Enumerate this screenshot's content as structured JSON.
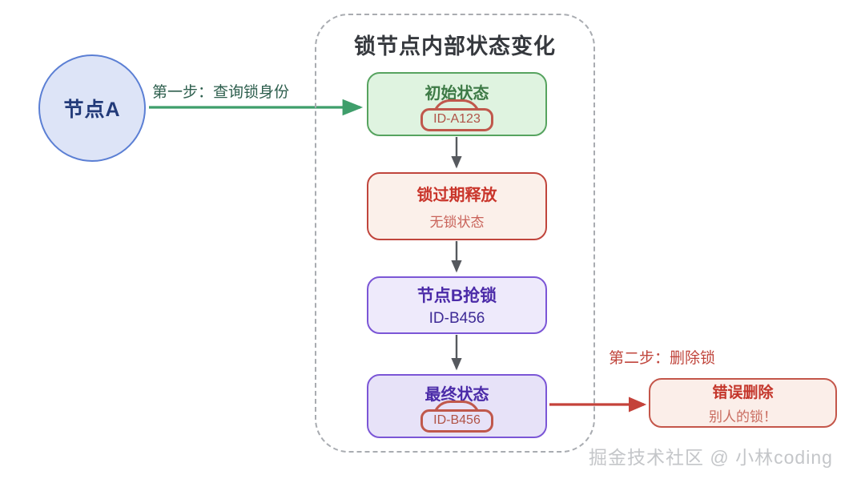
{
  "diagram": {
    "node_a": {
      "label": "节点A"
    },
    "container": {
      "title": "锁节点内部状态变化"
    },
    "steps": [
      {
        "id": "step-one",
        "label": "第一步：查询锁身份",
        "color": "#2e5f4e"
      },
      {
        "id": "step-two",
        "label": "第二步：删除锁",
        "color": "#c0453c"
      }
    ],
    "boxes": [
      {
        "id": "initial-state",
        "title": "初始状态",
        "sub": "",
        "lock_id": "ID-A123",
        "has_lock_icon": true,
        "fill": "#dff3e0",
        "stroke": "#56a35f"
      },
      {
        "id": "lock-expired",
        "title": "锁过期释放",
        "sub": "无锁状态",
        "lock_id": "",
        "has_lock_icon": false,
        "fill": "#fbf0ea",
        "stroke": "#c0453c"
      },
      {
        "id": "node-b-grab",
        "title": "节点B抢锁",
        "sub": "ID-B456",
        "lock_id": "",
        "has_lock_icon": false,
        "fill": "#eeeafb",
        "stroke": "#7b56d6"
      },
      {
        "id": "final-state",
        "title": "最终状态",
        "sub": "",
        "lock_id": "ID-B456",
        "has_lock_icon": true,
        "fill": "#e7e2f8",
        "stroke": "#7b56d6"
      }
    ],
    "error_box": {
      "title": "错误删除",
      "sub": "别人的锁！",
      "fill": "#fbeee9",
      "stroke": "#c4564a"
    },
    "arrows": {
      "query_arrow_color": "#3f9e6b",
      "flow_arrow_color": "#56595e",
      "delete_arrow_color": "#c4423a"
    },
    "watermark": "掘金技术社区 @ 小林coding"
  }
}
